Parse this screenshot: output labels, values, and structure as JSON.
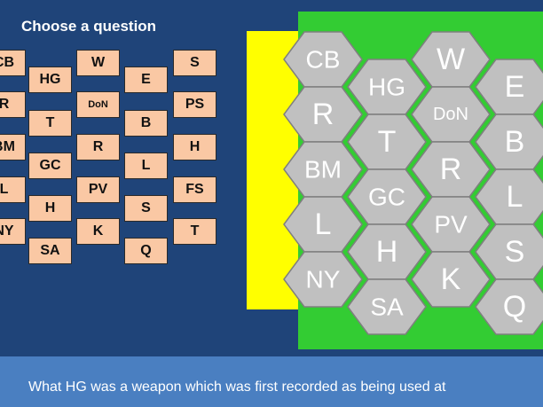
{
  "header": {
    "title": "Choose a question"
  },
  "colors": {
    "background": "#1f4479",
    "tile": "#fac8a4",
    "hex": "#c0c0c0",
    "board_yellow": "#ffff00",
    "board_green": "#33cc33",
    "question_bar": "#4a7fc1"
  },
  "question_tiles": [
    {
      "label": "CB"
    },
    {
      "label": "HG"
    },
    {
      "label": "W"
    },
    {
      "label": "E"
    },
    {
      "label": "S"
    },
    {
      "label": "R"
    },
    {
      "label": "DoN"
    },
    {
      "label": "PS"
    },
    {
      "label": "T"
    },
    {
      "label": "B"
    },
    {
      "label": "BM"
    },
    {
      "label": "R"
    },
    {
      "label": "H"
    },
    {
      "label": "GC"
    },
    {
      "label": "L"
    },
    {
      "label": "L"
    },
    {
      "label": "PV"
    },
    {
      "label": "FS"
    },
    {
      "label": "H"
    },
    {
      "label": "S"
    },
    {
      "label": "NY"
    },
    {
      "label": "K"
    },
    {
      "label": "T"
    },
    {
      "label": "SA"
    },
    {
      "label": "Q"
    }
  ],
  "hex_board": {
    "cells": [
      {
        "label": "CB"
      },
      {
        "label": "R"
      },
      {
        "label": "BM"
      },
      {
        "label": "L"
      },
      {
        "label": "NY"
      },
      {
        "label": "HG"
      },
      {
        "label": "T"
      },
      {
        "label": "GC"
      },
      {
        "label": "H"
      },
      {
        "label": "SA"
      },
      {
        "label": "W"
      },
      {
        "label": "DoN"
      },
      {
        "label": "R"
      },
      {
        "label": "PV"
      },
      {
        "label": "K"
      },
      {
        "label": "E"
      },
      {
        "label": "B"
      },
      {
        "label": "L"
      },
      {
        "label": "S"
      },
      {
        "label": "Q"
      }
    ]
  },
  "question": {
    "text": "What HG was a weapon which was first recorded as being used at"
  }
}
